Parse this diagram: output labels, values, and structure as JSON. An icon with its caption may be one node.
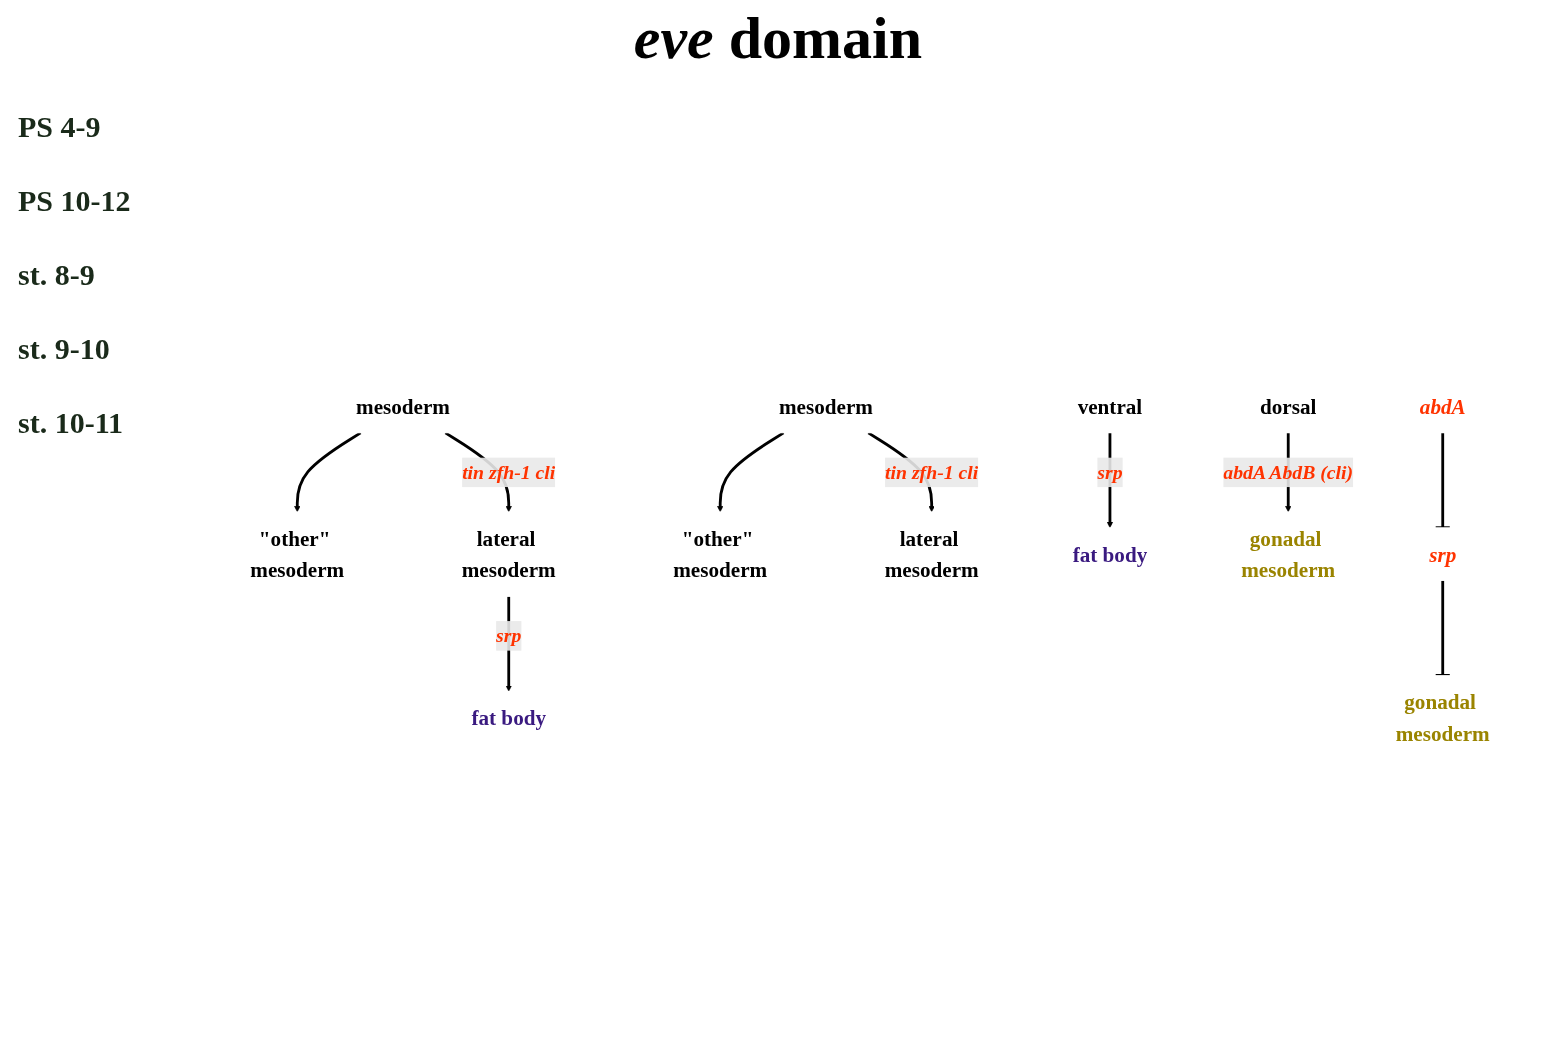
{
  "diagram": {
    "title": "*eve* domain",
    "nodes": [
      {
        "text": [
          "mesoderm"
        ]
      },
      {
        "text": [
          "\"other\" mesoderm"
        ]
      },
      {
        "text": [
          "lateral mesoderm"
        ]
      },
      {
        "text": [
          "fat body"
        ]
      },
      {
        "text": [
          "mesoderm"
        ]
      },
      {
        "text": [
          "\"other\" mesoderm"
        ]
      },
      {
        "text": [
          "lateral mesoderm"
        ]
      },
      {
        "text": [
          "ventral"
        ]
      },
      {
        "text": [
          "dorsal"
        ]
      },
      {
        "text": [
          "fat body"
        ]
      },
      {
        "text": [
          "gonadal mesoderm"
        ]
      },
      {
        "text": [
          "abdA"
        ]
      },
      {
        "text": [
          "srp"
        ]
      },
      {
        "text": [
          "gonadal mesoderm"
        ]
      }
    ],
    "edges": [
      {
        "from": 0,
        "to": 1,
        "arrow": "to"
      },
      {
        "from": 0,
        "to": 2,
        "arrow": "to",
        "label": "tin zfh-1 cli"
      },
      {
        "from": 2,
        "to": 3,
        "arrow": "to",
        "label": "srp"
      },
      {
        "from": 4,
        "to": 5,
        "arrow": "to"
      },
      {
        "from": 4,
        "to": 6,
        "arrow": "to",
        "label": "tin zfh-1 cli"
      },
      {
        "from": 7,
        "to": 9,
        "arrow": "to",
        "label": "srp"
      },
      {
        "from": 8,
        "to": 10,
        "arrow": "to",
        "label": "abdA AbdB (cli)"
      },
      {
        "from": 11,
        "to": 12,
        "arrow": "other"
      },
      {
        "from": 12,
        "to": 13,
        "arrow": "other"
      }
    ],
    "labels": [
      "PS 4-9",
      "PS 10-12",
      "st. 8-9",
      "st. 9-10",
      "st. 10-11"
    ]
  }
}
